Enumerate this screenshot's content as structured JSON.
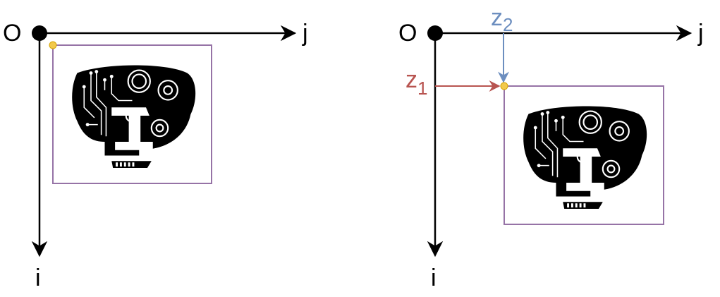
{
  "colors": {
    "axis": "#000000",
    "frame": "#9673a6",
    "corner_dot": "#f2c94c",
    "z1": "#b85450",
    "z2": "#6c8ebf",
    "logo": "#000000"
  },
  "panels": [
    {
      "origin_label": "O",
      "axis_horizontal_label": "j",
      "axis_vertical_label": "i"
    },
    {
      "origin_label": "O",
      "axis_horizontal_label": "j",
      "axis_vertical_label": "i",
      "z1_label": "z",
      "z1_subscript": "1",
      "z2_label": "z",
      "z2_subscript": "2"
    }
  ]
}
